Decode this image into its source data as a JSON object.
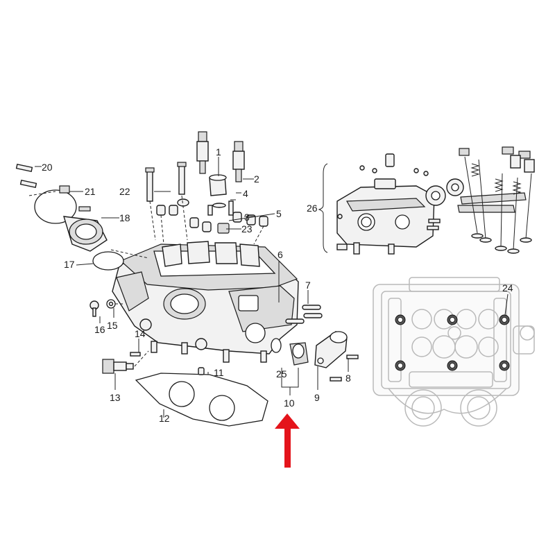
{
  "diagram": {
    "callouts": [
      "1",
      "2",
      "3",
      "4",
      "5",
      "6",
      "7",
      "8",
      "9",
      "10",
      "11",
      "12",
      "13",
      "14",
      "15",
      "16",
      "17",
      "18",
      "20",
      "21",
      "22",
      "23",
      "24",
      "25",
      "26"
    ]
  },
  "colors": {
    "line": "#1c1c1c",
    "ghost": "#b9b9b9",
    "arrow": "#e4141b"
  }
}
